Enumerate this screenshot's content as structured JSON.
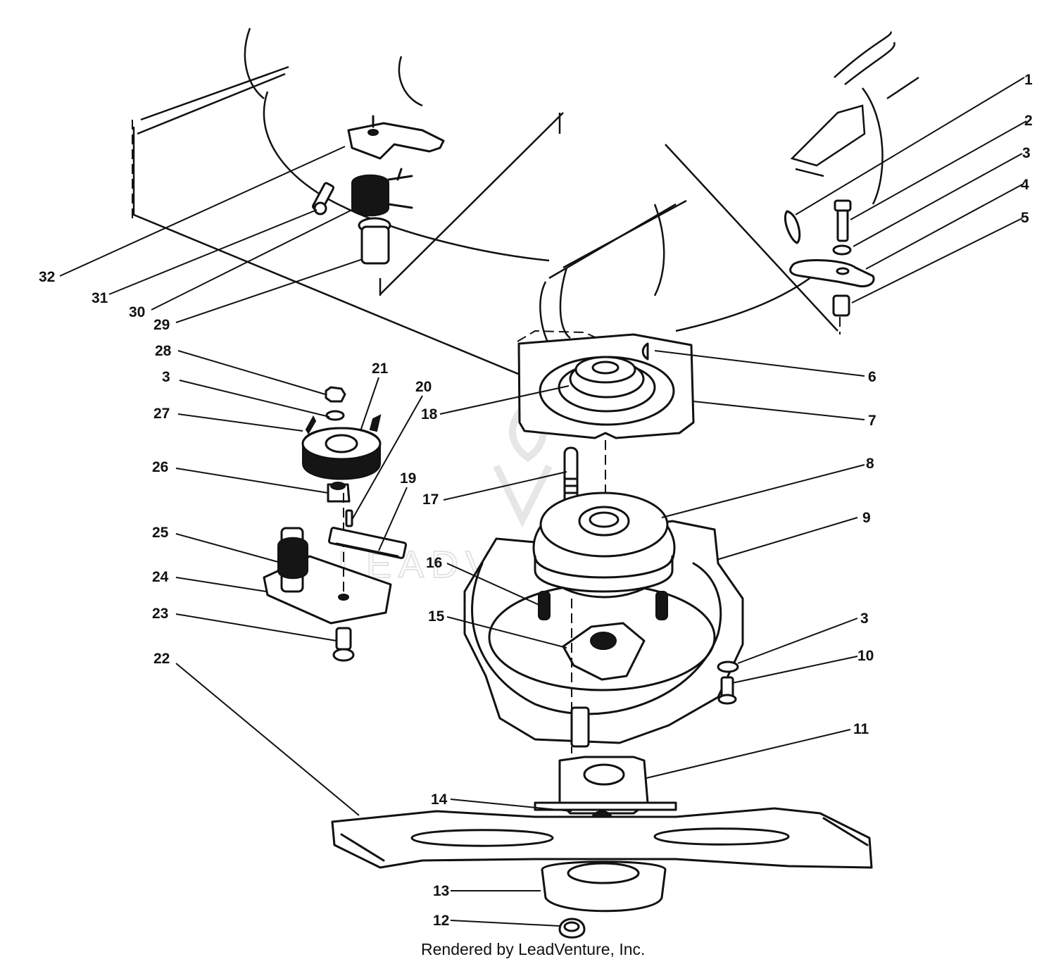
{
  "diagram": {
    "callouts": [
      "1",
      "2",
      "3",
      "4",
      "5",
      "6",
      "7",
      "8",
      "9",
      "3",
      "10",
      "11",
      "12",
      "13",
      "14",
      "15",
      "16",
      "17",
      "18",
      "19",
      "20",
      "21",
      "3",
      "22",
      "23",
      "24",
      "25",
      "26",
      "27",
      "28",
      "29",
      "30",
      "31",
      "32"
    ],
    "footer": "Rendered by LeadVenture, Inc.",
    "watermark": "LEADVENTURE"
  }
}
